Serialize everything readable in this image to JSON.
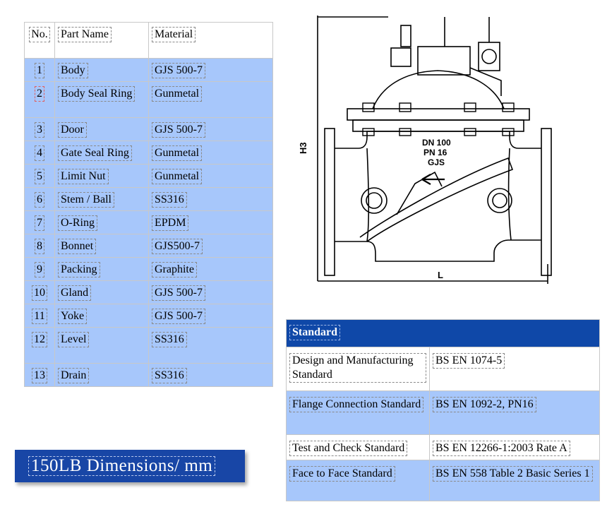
{
  "parts_table": {
    "headers": {
      "no": "No.",
      "name": "Part Name",
      "material": "Material"
    },
    "rows": [
      {
        "no": "1",
        "name": "Body",
        "material": "GJS 500-7"
      },
      {
        "no": "2",
        "name": "Body Seal Ring",
        "material": "Gunmetal"
      },
      {
        "no": "3",
        "name": "Door",
        "material": "GJS 500-7"
      },
      {
        "no": "4",
        "name": "Gate Seal Ring",
        "material": "Gunmetal"
      },
      {
        "no": "5",
        "name": "Limit Nut",
        "material": "Gunmetal"
      },
      {
        "no": "6",
        "name": "Stem / Ball",
        "material": "SS316"
      },
      {
        "no": "7",
        "name": "O-Ring",
        "material": "EPDM"
      },
      {
        "no": "8",
        "name": "Bonnet",
        "material": "GJS500-7"
      },
      {
        "no": "9",
        "name": "Packing",
        "material": "Graphite"
      },
      {
        "no": "10",
        "name": "Gland",
        "material": "GJS 500-7"
      },
      {
        "no": "11",
        "name": "Yoke",
        "material": "GJS 500-7"
      },
      {
        "no": "12",
        "name": "Level",
        "material": "SS316"
      },
      {
        "no": "13",
        "name": "Drain",
        "material": "SS316"
      }
    ]
  },
  "standard_table": {
    "title": "Standard",
    "rows": [
      {
        "key": "Design and Manufacturing Standard",
        "value": "BS EN 1074-5"
      },
      {
        "key": "Flange Connection Standard",
        "value": "BS EN 1092-2, PN16"
      },
      {
        "key": "Test and Check Standard",
        "value": "BS EN 12266-1:2003 Rate A"
      },
      {
        "key": "Face to Face Standard",
        "value": "BS EN 558 Table 2 Basic Series 1"
      }
    ]
  },
  "drawing": {
    "body_marking": [
      "DN 100",
      "PN 16",
      "GJS"
    ],
    "dim_height": "H3",
    "dim_length": "L"
  },
  "dimensions_banner": "150LB Dimensions/ mm"
}
